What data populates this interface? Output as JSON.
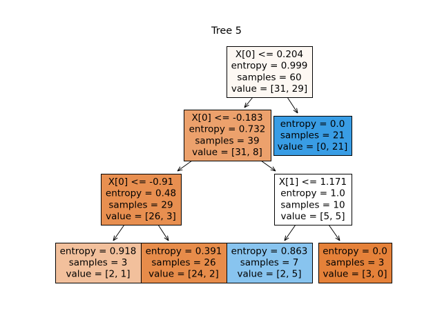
{
  "title": "Tree 5",
  "nodes": [
    {
      "id": "n0",
      "lines": [
        "X[0] <= 0.204",
        "entropy = 0.999",
        "samples = 60",
        "value = [31, 29]"
      ],
      "color": "#fdf8f3"
    },
    {
      "id": "n1",
      "lines": [
        "X[0] <= -0.183",
        "entropy = 0.732",
        "samples = 39",
        "value = [31, 8]"
      ],
      "color": "#eca16c"
    },
    {
      "id": "n2",
      "lines": [
        "entropy = 0.0",
        "samples = 21",
        "value = [0, 21]"
      ],
      "color": "#399de5"
    },
    {
      "id": "n3",
      "lines": [
        "X[0] <= -0.91",
        "entropy = 0.48",
        "samples = 29",
        "value = [26, 3]"
      ],
      "color": "#e88f50"
    },
    {
      "id": "n4",
      "lines": [
        "X[1] <= 1.171",
        "entropy = 1.0",
        "samples = 10",
        "value = [5, 5]"
      ],
      "color": "#ffffff"
    },
    {
      "id": "n5",
      "lines": [
        "entropy = 0.918",
        "samples = 3",
        "value = [2, 1]"
      ],
      "color": "#f2c09c"
    },
    {
      "id": "n6",
      "lines": [
        "entropy = 0.391",
        "samples = 26",
        "value = [24, 2]"
      ],
      "color": "#e78c4a"
    },
    {
      "id": "n7",
      "lines": [
        "entropy = 0.863",
        "samples = 7",
        "value = [2, 5]"
      ],
      "color": "#88c4ef"
    },
    {
      "id": "n8",
      "lines": [
        "entropy = 0.0",
        "samples = 3",
        "value = [3, 0]"
      ],
      "color": "#e58139"
    }
  ],
  "edges": [
    {
      "from": "n0",
      "to": "n1"
    },
    {
      "from": "n0",
      "to": "n2"
    },
    {
      "from": "n1",
      "to": "n3"
    },
    {
      "from": "n1",
      "to": "n4"
    },
    {
      "from": "n3",
      "to": "n5"
    },
    {
      "from": "n3",
      "to": "n6"
    },
    {
      "from": "n4",
      "to": "n7"
    },
    {
      "from": "n4",
      "to": "n8"
    }
  ]
}
